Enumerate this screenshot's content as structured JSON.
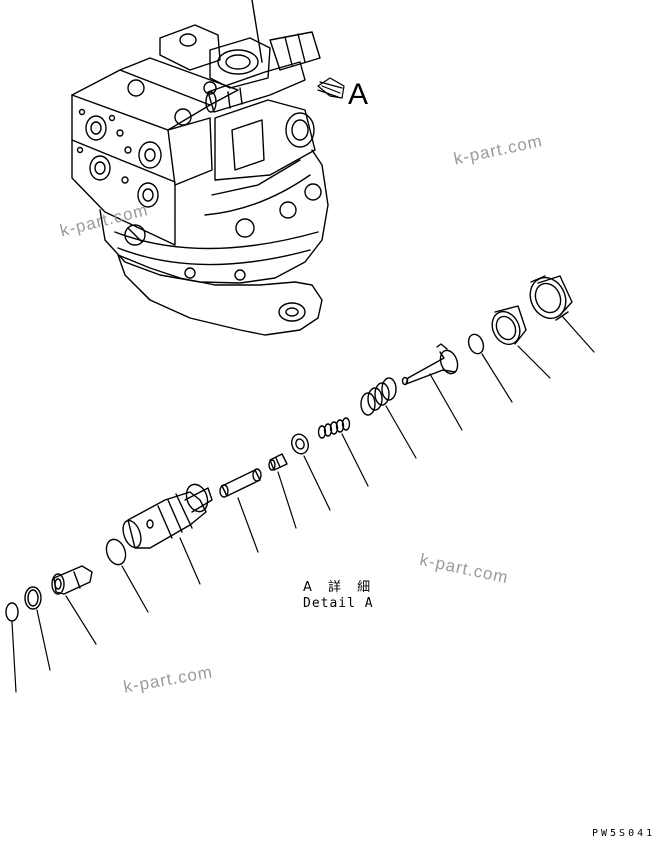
{
  "view_label": "A",
  "detail_label": {
    "jp": "A 詳 細",
    "en": "Detail A"
  },
  "drawing_code": "PW5S041",
  "watermarks": [
    "k-part.com",
    "k-part.com",
    "k-part.com",
    "k-part.com"
  ]
}
